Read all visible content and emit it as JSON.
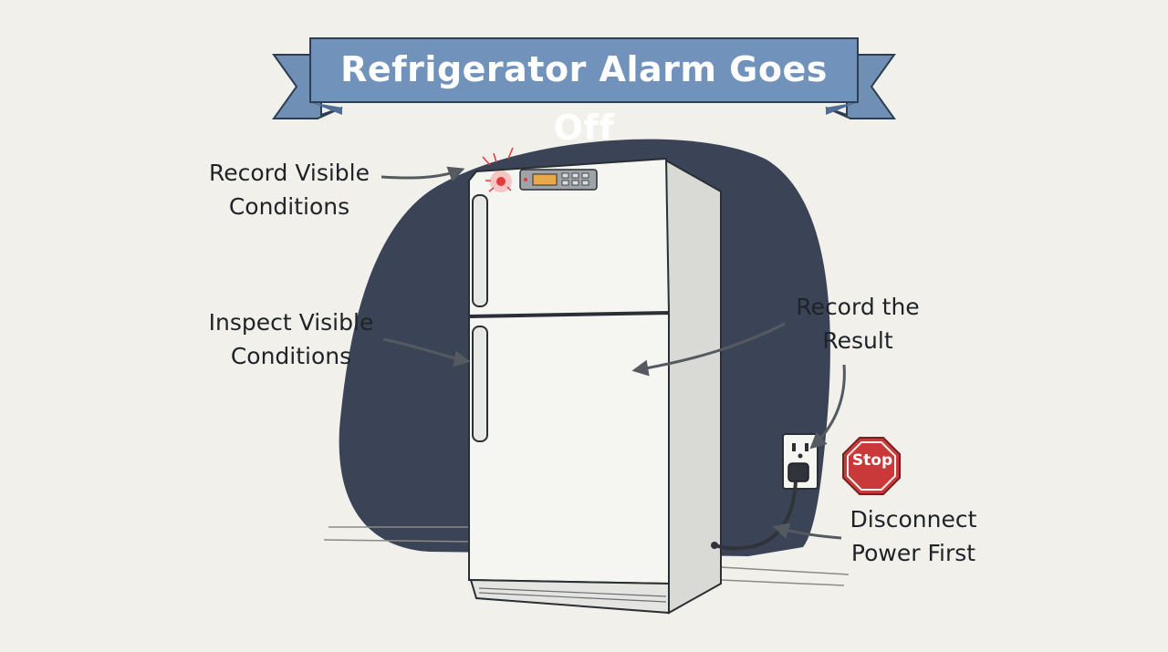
{
  "title": "Refrigerator Alarm Goes Off",
  "labels": {
    "record_visible": [
      "Record Visible",
      "Conditions"
    ],
    "inspect_visible": [
      "Inspect Visible",
      "Conditions"
    ],
    "record_result": [
      "Record the",
      "Result"
    ],
    "disconnect_power": [
      "Disconnect",
      "Power First"
    ]
  },
  "stop_sign": "Stop",
  "colors": {
    "banner": "#6f8fb5",
    "banner_dark": "#4f6f96",
    "background_blob": "#3a4456",
    "fridge_body": "#f5f5f2",
    "fridge_side": "#d9d9d6",
    "alarm_light": "#e03b3b",
    "display": "#e8a94a",
    "stop_red": "#c9393a"
  },
  "icons": [
    "alarm-light-icon",
    "control-panel-icon",
    "wall-outlet-icon",
    "power-plug-icon",
    "stop-sign-icon"
  ]
}
